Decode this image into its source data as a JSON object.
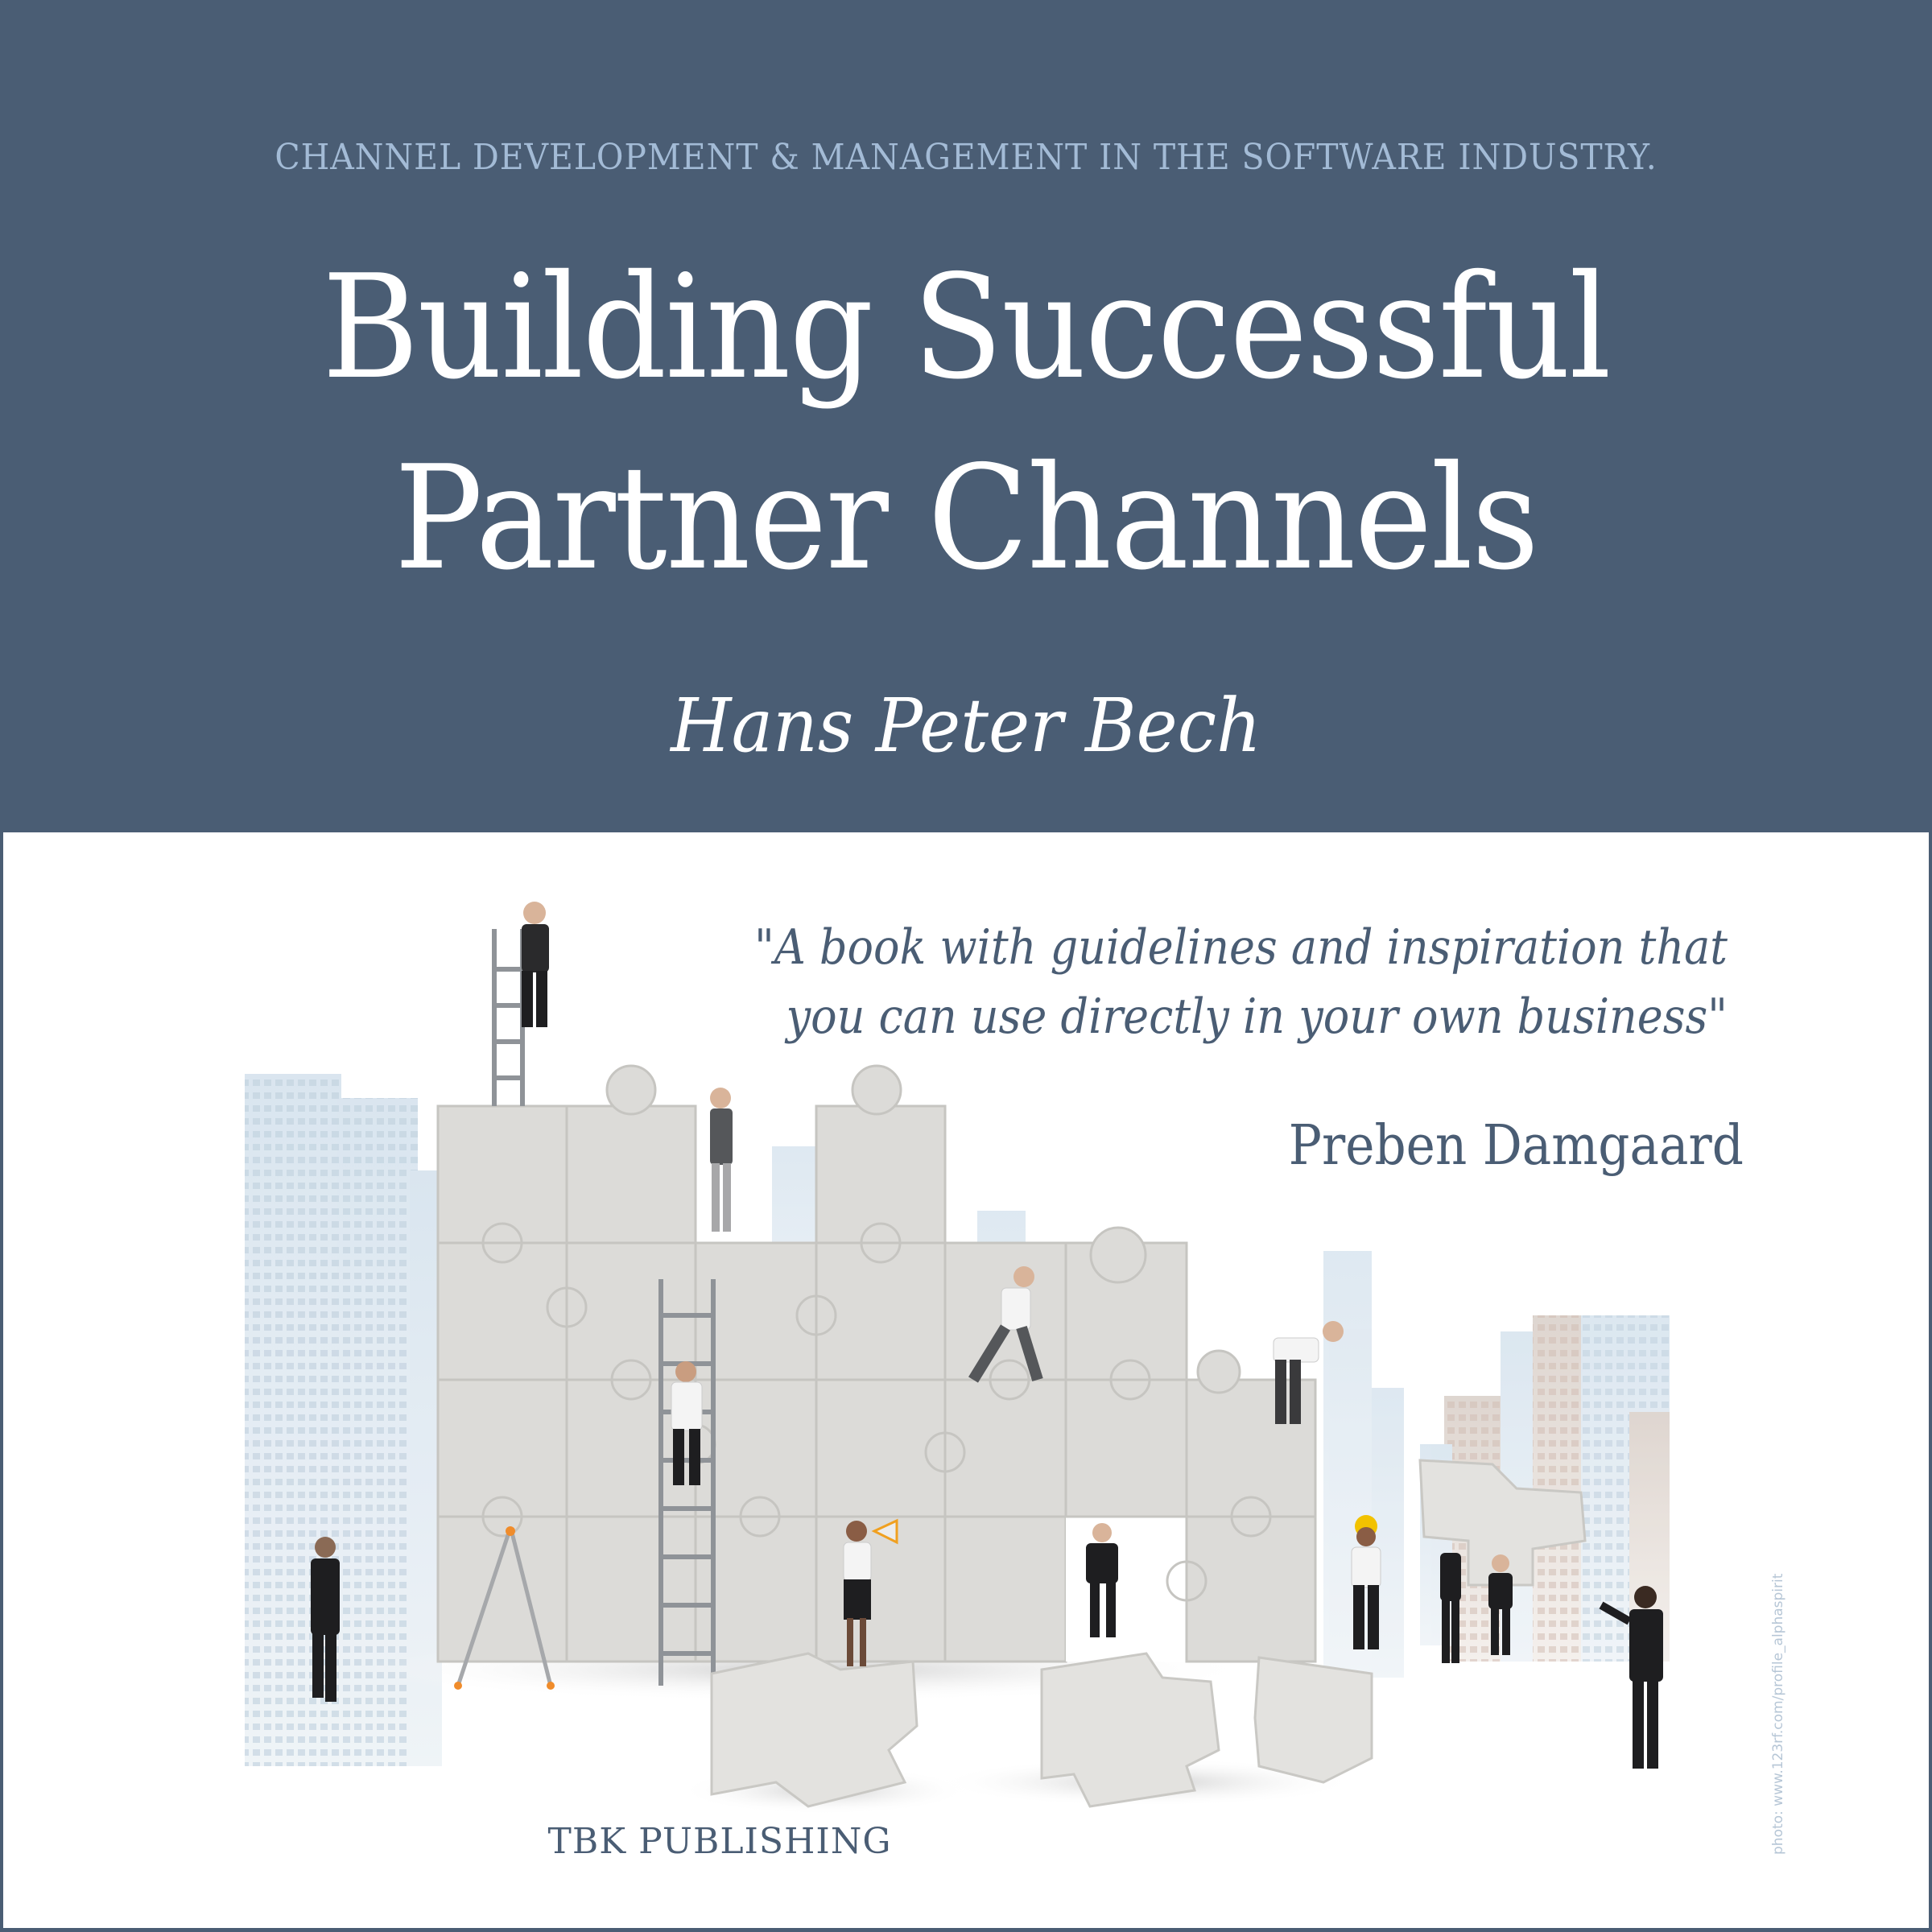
{
  "cover": {
    "series_line": "CHANNEL DEVELOPMENT & MANAGEMENT IN THE SOFTWARE INDUSTRY.",
    "title_line_1": "Building Successful",
    "title_line_2": "Partner Channels",
    "author": "Hans Peter Bech",
    "quote_line_1": "\"A book with guidelines and inspiration that",
    "quote_line_2": "you can use directly in your own business\"",
    "quote_attribution": "Preben Damgaard",
    "publisher": "TBK PUBLISHING",
    "photo_credit": "photo: www.123rf.com/profile_alphaspirit"
  },
  "illustration": {
    "subject": "business people assembling a giant white jigsaw puzzle wall in front of city skyscrapers",
    "elements": [
      "puzzle-wall",
      "ladders",
      "step-ladder",
      "loose-puzzle-pieces",
      "skyscrapers",
      "business-people"
    ]
  },
  "colors": {
    "header_bg": "#4a5d74",
    "series_text": "#a3bbd6",
    "title_text": "#ffffff",
    "body_text": "#4a5d74",
    "panel_bg": "#ffffff",
    "puzzle": "#dcdbd8"
  }
}
